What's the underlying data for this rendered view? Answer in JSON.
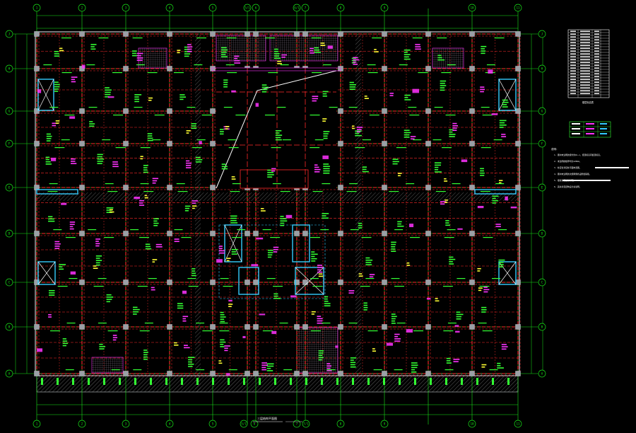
{
  "drawing": {
    "title": "三层结构平面图",
    "colors": {
      "background": "#000000",
      "axis": "#19e619",
      "beam": "#ff2a2a",
      "column": "#9aa0a6",
      "wall": "#c4c8cc",
      "annotation_green": "#33ff33",
      "annotation_magenta": "#ff33ff",
      "yellow": "#ffff33",
      "cyan": "#33ccff",
      "white": "#ffffff"
    },
    "top_axes": [
      "1",
      "2",
      "3",
      "4",
      "5",
      "5/1",
      "6",
      "6/1",
      "7",
      "8",
      "9",
      "10",
      "11"
    ],
    "bottom_axes": [
      "1",
      "2",
      "3",
      "4",
      "5",
      "5/1",
      "6",
      "7",
      "7/1",
      "8",
      "9",
      "10",
      "11"
    ],
    "row_axes": [
      "J",
      "H",
      "G",
      "F",
      "E",
      "D",
      "C",
      "B",
      "A"
    ]
  },
  "legend": {
    "title": "说明：",
    "table_caption": "楼层标高表",
    "notes": [
      "1. 图中未注明的梁均为KL-x，梁顶标高同板顶标高。",
      "2. 未注明的板厚均为120mm。",
      "3. 柱定位详见柱平面布置图。",
      "4. 图中未注明的次梁两侧各设附加箍筋。",
      "5. 楼梯详见楼梯详图。",
      "6. 其余详见结构设计总说明。"
    ]
  }
}
